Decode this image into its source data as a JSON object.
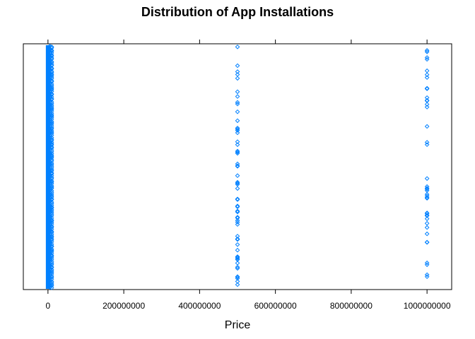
{
  "chart_data": {
    "type": "stripplot",
    "title": "Distribution of App Installations",
    "xlabel": "Price",
    "ylabel": "",
    "xlim": [
      -65000000,
      1065000000
    ],
    "xticks": [
      0,
      200000000,
      400000000,
      600000000,
      800000000,
      1000000000
    ],
    "xtick_labels": [
      "0",
      "200000000",
      "400000000",
      "600000000",
      "800000000",
      "1000000000"
    ],
    "grid": false,
    "marker": "open-diamond",
    "color": "#0080FF",
    "columns": [
      {
        "x": 0,
        "density": "solid"
      },
      {
        "x": 1000000,
        "density": "solid"
      },
      {
        "x": 5000000,
        "density": "dense",
        "count": 110
      },
      {
        "x": 10000000,
        "density": "dense",
        "count": 150
      },
      {
        "x": 500000000,
        "density": "sparse",
        "count": 58
      },
      {
        "x": 1000000000,
        "density": "sparse",
        "count": 40
      }
    ]
  }
}
